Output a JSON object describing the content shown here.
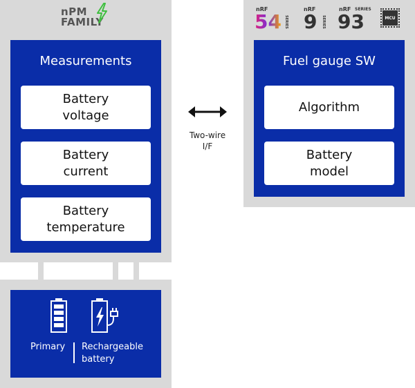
{
  "logo": {
    "npm_line1": "nPM",
    "npm_line2": "FAMILY",
    "nrf_logos": [
      {
        "prefix": "nRF",
        "number": "54",
        "series": "SERIES"
      },
      {
        "prefix": "nRF",
        "number": "9",
        "series": "SERIES"
      },
      {
        "prefix": "nRF",
        "number": "93",
        "series": "SERIES"
      }
    ],
    "mcu": "MCU"
  },
  "pmic": {
    "title": "Measurements",
    "items": [
      "Battery\nvoltage",
      "Battery\ncurrent",
      "Battery\ntemperature"
    ]
  },
  "interface": {
    "label": "Two-wire\nI/F"
  },
  "mcu_block": {
    "title": "Fuel gauge SW",
    "items": [
      "Algorithm",
      "Battery\nmodel"
    ]
  },
  "battery": {
    "primary_label": "Primary",
    "rechargeable_label": "Rechargeable\nbattery"
  },
  "colors": {
    "blue": "#0a2da8",
    "panel_gray": "#d9d9d9",
    "lightning_green": "#3fbf3f"
  }
}
